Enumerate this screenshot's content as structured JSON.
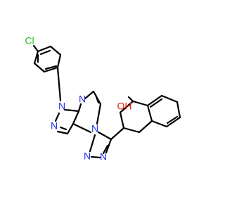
{
  "colors": {
    "background": "#ffffff",
    "carbon_bond": "#000000",
    "nitrogen": "#2233ee",
    "oxygen": "#e8200e",
    "chlorine": "#1fbf1f"
  },
  "atom_labels": {
    "chlorine": "Cl",
    "hydroxyl": "OH",
    "n_aryl": "N",
    "n_pyrazole": "N",
    "n_pyrimidine": "N",
    "n_bridge": "N",
    "n_triazole_left": "N",
    "n_triazole_right": "N"
  }
}
